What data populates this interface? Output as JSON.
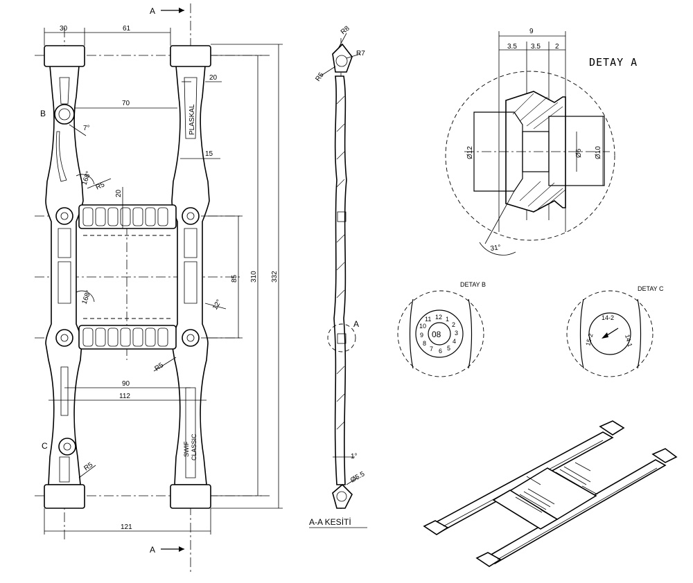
{
  "section_markers": {
    "top": "A",
    "bottom": "A"
  },
  "front_view": {
    "dims": {
      "d30": "30",
      "d61": "61",
      "d20_top": "20",
      "d70": "70",
      "d15": "15",
      "d20_mid": "20",
      "d85": "85",
      "d310": "310",
      "d332": "332",
      "d90": "90",
      "d112": "112",
      "d121": "121"
    },
    "angles": {
      "a7": "7°",
      "a168_top": "168°",
      "a168_bot": "168°",
      "a12": "12°"
    },
    "radii": {
      "r5_a": "R5",
      "r5_b": "R5",
      "r5_c": "R5"
    },
    "detail_refs": {
      "b": "B",
      "c": "C"
    },
    "embossed": {
      "plaskal": "PLASKAL",
      "brand_1": "SWIF",
      "brand_2": "CLASSIC"
    }
  },
  "section_view": {
    "radii": {
      "r8": "R8",
      "r7": "R7",
      "r5": "R5"
    },
    "detail_ref": "A",
    "angle": "1°",
    "dia": "Ø5.5",
    "title": "A-A KESİTİ"
  },
  "detail_a": {
    "title": "DETAY A",
    "dims": {
      "d9": "9",
      "d35a": "3.5",
      "d35b": "3.5",
      "d2": "2"
    },
    "diameters": {
      "d12": "Ø12",
      "d6": "Ø6",
      "d10": "Ø10"
    },
    "angle": "31°"
  },
  "detail_b": {
    "title": "DETAY B",
    "dial": [
      "12",
      "1",
      "2",
      "3",
      "4",
      "5",
      "6",
      "7",
      "8",
      "9",
      "10",
      "11"
    ],
    "center": "08"
  },
  "detail_c": {
    "title": "DETAY C",
    "center": "14-2",
    "left": "15-2",
    "right": "14-1"
  }
}
